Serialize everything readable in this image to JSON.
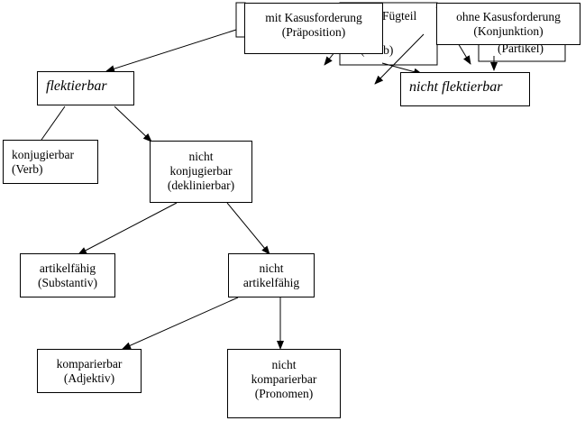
{
  "nodes": {
    "flektierbar": "flektierbar",
    "nicht_flektierbar": "nicht flektierbar",
    "konjugierbar": "konjugierbar\n(Verb)",
    "nicht_konjugierbar": "nicht\nkonjugierbar\n(deklinierbar)",
    "artikelfaehig": "artikelfähig\n(Substantiv)",
    "nicht_artikelfaehig": "nicht\nartikelfähig",
    "komparierbar": "komparierbar\n(Adjektiv)",
    "nicht_komparierbar": "nicht\nkomparierbar\n(Pronomen)",
    "mit_kasusforderung": "mit Kasusforderung\n(Präposition)",
    "ohne_kasusforderung": "ohne Kasusforderung\n(Konjunktion)",
    "fuegteil_fragment": "Fügteil",
    "verb_fragment": "(   verb)",
    "partikel_fragment": "(Partikel)"
  }
}
